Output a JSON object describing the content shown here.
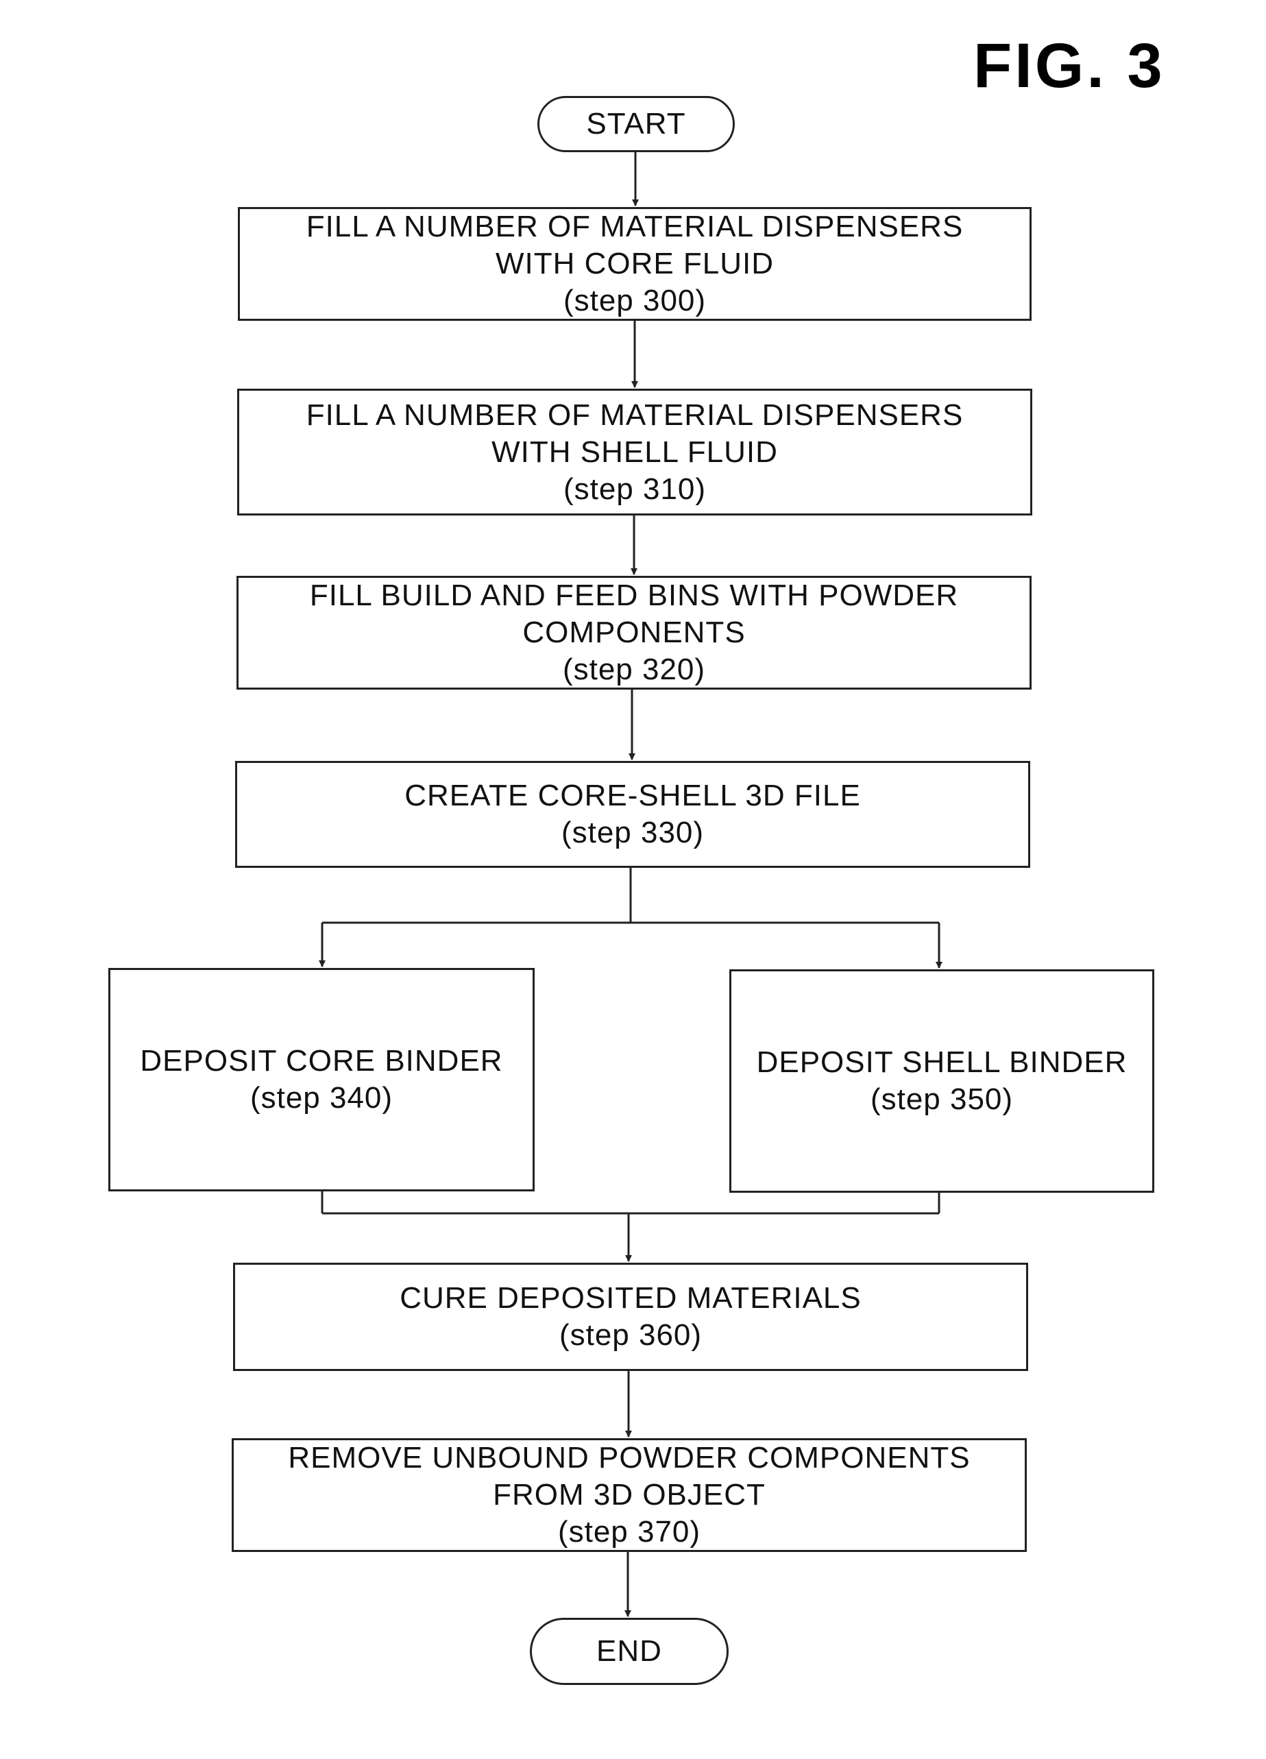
{
  "figure_label": "FIG. 3",
  "start": "START",
  "end": "END",
  "steps": [
    {
      "lines": [
        "FILL A NUMBER OF MATERIAL DISPENSERS",
        "WITH CORE FLUID"
      ],
      "ref": "(step 300)"
    },
    {
      "lines": [
        "FILL A NUMBER OF MATERIAL DISPENSERS",
        "WITH SHELL FLUID"
      ],
      "ref": "(step 310)"
    },
    {
      "lines": [
        "FILL BUILD AND FEED BINS WITH POWDER",
        "COMPONENTS"
      ],
      "ref": "(step 320)"
    },
    {
      "lines": [
        "CREATE CORE-SHELL 3D FILE"
      ],
      "ref": "(step 330)"
    },
    {
      "lines": [
        "DEPOSIT CORE BINDER"
      ],
      "ref": "(step 340)"
    },
    {
      "lines": [
        "DEPOSIT SHELL BINDER"
      ],
      "ref": "(step 350)"
    },
    {
      "lines": [
        "CURE DEPOSITED MATERIALS"
      ],
      "ref": "(step 360)"
    },
    {
      "lines": [
        "REMOVE UNBOUND POWDER COMPONENTS",
        "FROM 3D OBJECT"
      ],
      "ref": "(step 370)"
    }
  ]
}
